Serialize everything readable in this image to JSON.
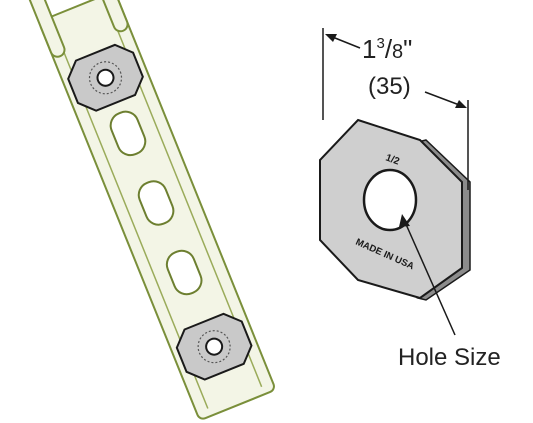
{
  "dimension": {
    "fraction_whole": "1",
    "fraction_num": "3",
    "fraction_den": "8",
    "fraction_inch_mark": "\"",
    "metric": "(35)"
  },
  "washer": {
    "stamp_size": "1/2",
    "stamp_origin": "MADE IN USA"
  },
  "callout": {
    "label": "Hole Size"
  },
  "colors": {
    "channel_outline": "#7a8f3a",
    "channel_fill": "#f3f5e6",
    "washer_face": "#cfcfcf",
    "washer_edge": "#8c8c8c",
    "line": "#1a1a1a"
  }
}
